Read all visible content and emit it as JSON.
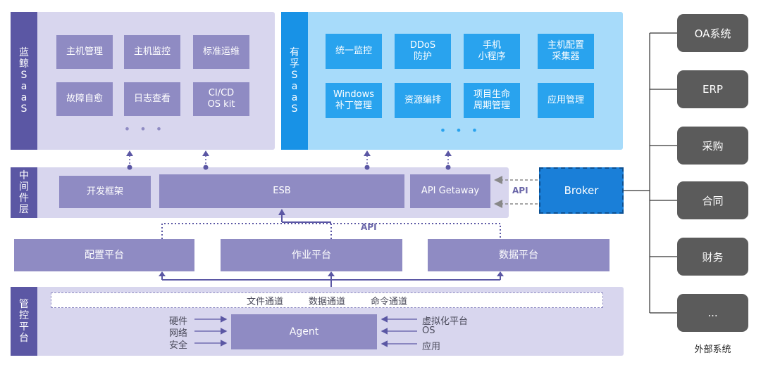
{
  "lanjing": {
    "label": [
      "蓝",
      "鲸",
      "S",
      "a",
      "a",
      "S"
    ],
    "boxes": [
      [
        "主机管理",
        "主机监控",
        "标准运维"
      ],
      [
        "故障自愈",
        "日志查看",
        "CI/CD\nOS kit"
      ]
    ],
    "more": "• • •"
  },
  "youfu": {
    "label": [
      "有",
      "孚",
      "S",
      "a",
      "a",
      "S"
    ],
    "boxes": [
      [
        "统一监控",
        "DDoS\n防护",
        "手机\n小程序",
        "主机配置\n采集器"
      ],
      [
        "Windows\n补丁管理",
        "资源编排",
        "项目生命\n周期管理",
        "应用管理"
      ]
    ],
    "more": "• • •"
  },
  "middleware": {
    "label": [
      "中",
      "间",
      "件",
      "层"
    ],
    "framework": "开发框架",
    "esb": "ESB",
    "gateway": "API Getaway",
    "api_side": "API",
    "api_bottom": "API"
  },
  "broker": "Broker",
  "platforms": [
    "配置平台",
    "作业平台",
    "数据平台"
  ],
  "control": {
    "label": [
      "管",
      "控",
      "平",
      "台"
    ],
    "channels": [
      "文件通道",
      "数据通道",
      "命令通道"
    ],
    "agent": "Agent",
    "left_items": [
      "硬件",
      "网络",
      "安全"
    ],
    "right_items": [
      "虚拟化平台",
      "OS",
      "应用"
    ]
  },
  "external": {
    "items": [
      "OA系统",
      "ERP",
      "采购",
      "合同",
      "财务",
      "..."
    ],
    "caption": "外部系统"
  },
  "colors": {
    "lanjing_bg": "#d8d6ee",
    "lanjing_label": "#5b57a4",
    "youfu_bg": "#a7dbfa",
    "youfu_label": "#1892e6",
    "box_purple": "#8f8bc3",
    "box_blue": "#29a3ee",
    "broker": "#1a7fd8",
    "external": "#5b5b5b",
    "connector": "#5b57a4"
  }
}
